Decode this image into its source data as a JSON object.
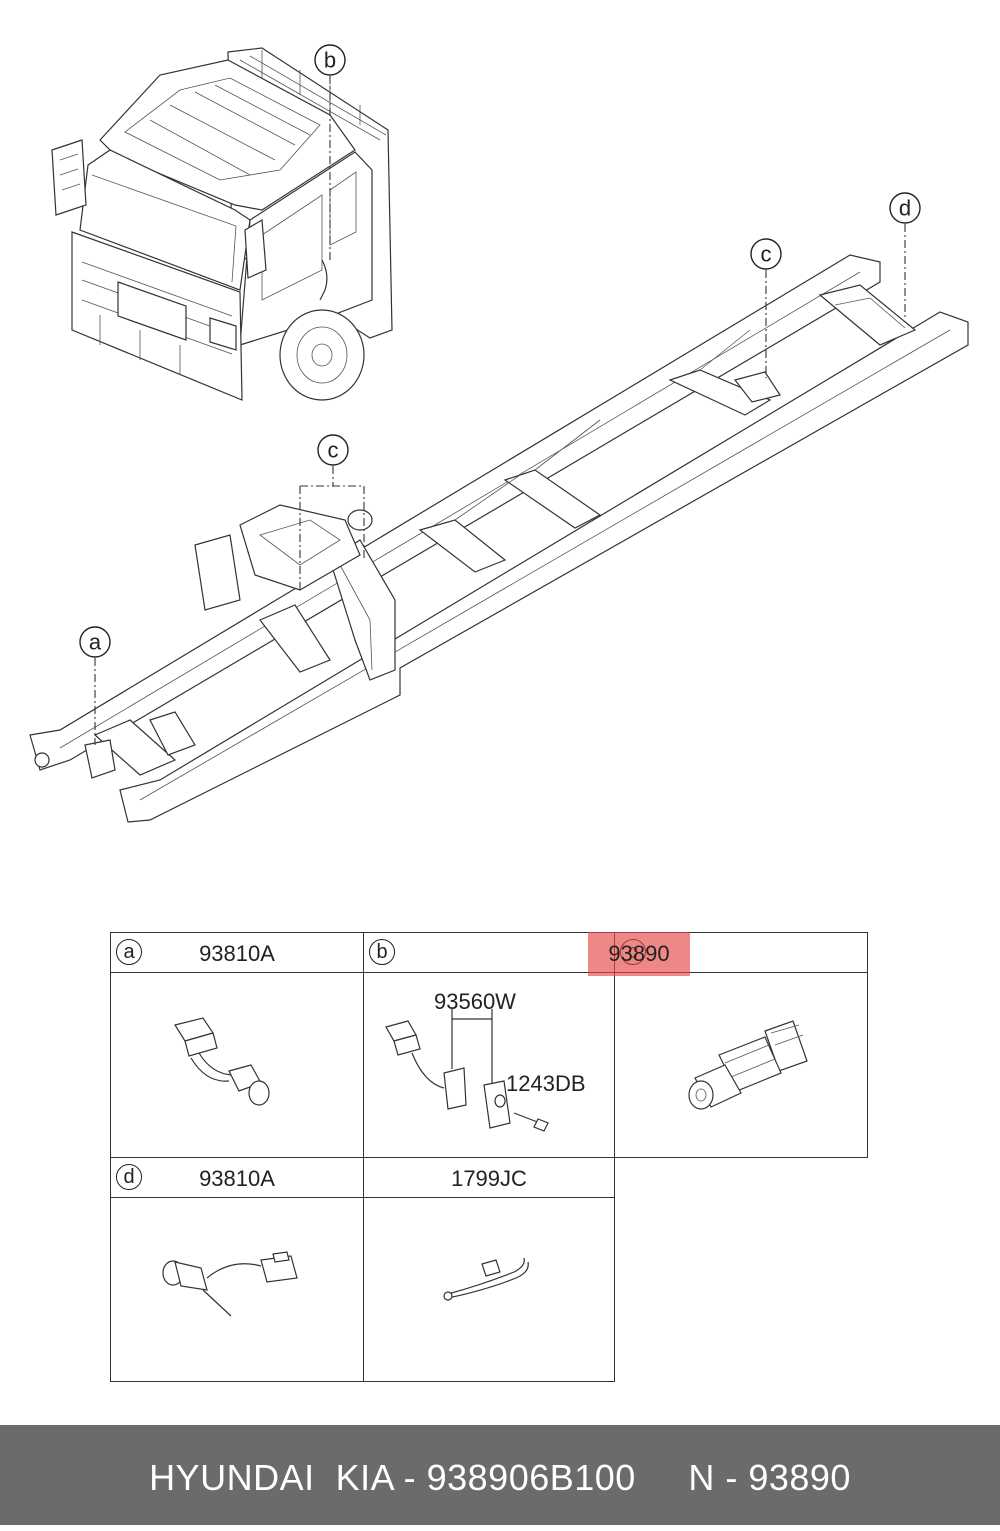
{
  "callouts": {
    "a": "a",
    "b": "b",
    "c_front": "c",
    "c_rear": "c",
    "d": "d"
  },
  "parts_table": {
    "cells": [
      {
        "letter": "a",
        "code": "93810A"
      },
      {
        "letter": "b",
        "code": "",
        "labels": [
          "93560W",
          "1243DB"
        ]
      },
      {
        "letter": "c",
        "code": "93890",
        "highlighted": true,
        "highlight_color": "#e64646"
      },
      {
        "letter": "d",
        "code": "93810A"
      },
      {
        "letter": "",
        "code": "1799JC"
      }
    ]
  },
  "footer": {
    "text": "HYUNDAI  KIA - 938906B100     N - 93890",
    "background": "#6b6b6b"
  }
}
